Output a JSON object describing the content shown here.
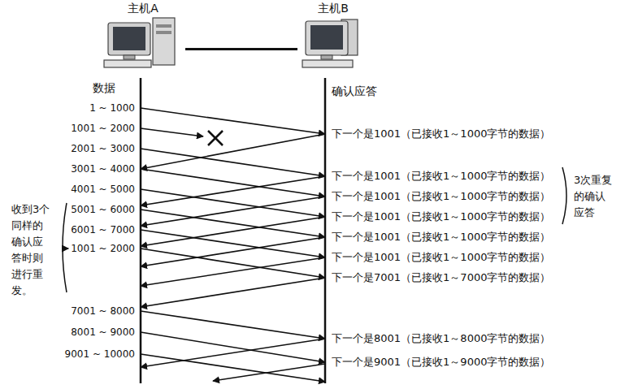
{
  "diagram": {
    "nodes": [
      {
        "text": [
          "主机A"
        ]
      },
      {
        "text": [
          "主机B"
        ]
      }
    ],
    "edges": [
      {
        "from": 0,
        "to": 1,
        "arrow": "none"
      }
    ],
    "labels": [
      "数据",
      "1 ~ 1000",
      "1001 ~ 2000",
      "2001 ~ 3000",
      "3001 ~ 4000",
      "4001 ~ 5000",
      "5001 ~ 6000",
      "6001 ~ 7000",
      "1001 ~ 2000",
      "7001 ~ 8000",
      "8001 ~ 9000",
      "9001 ~ 10000",
      "确认应答",
      "下一个是1001（已接收1～1000字节的数据）",
      "下一个是1001（已接收1～1000字节的数据）",
      "下一个是1001（已接收1～1000字节的数据）",
      "下一个是1001（已接收1～1000字节的数据）",
      "下一个是1001（已接收1～1000字节的数据）",
      "下一个是1001（已接收1～1000字节的数据）",
      "下一个是7001（已接收1～7000字节的数据）",
      "下一个是8001（已接收1～8000字节的数据）",
      "下一个是9001（已接收1～9000字节的数据）",
      "3次重复的确认应答",
      "收到3个同样的确认应答时则进行重发。"
    ]
  }
}
